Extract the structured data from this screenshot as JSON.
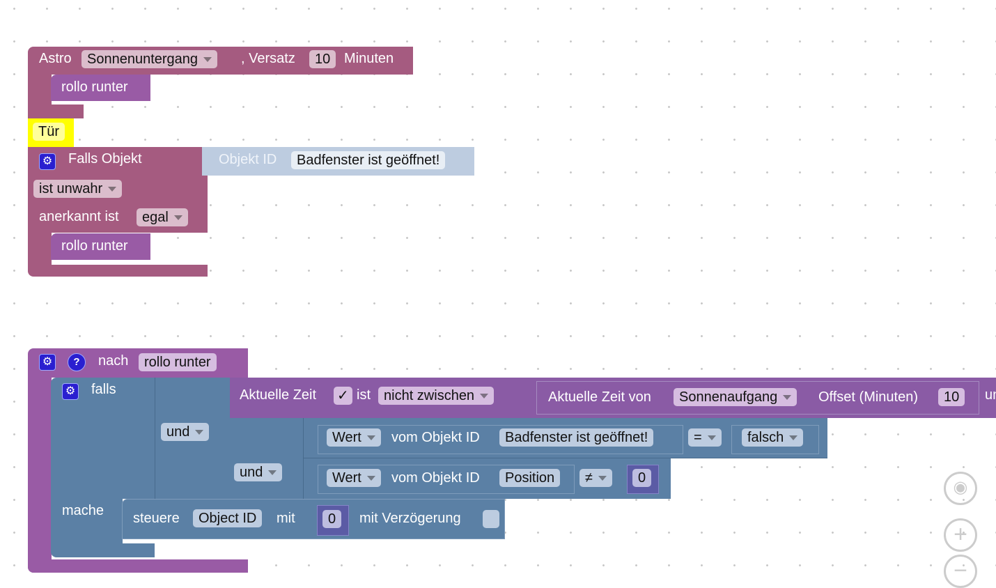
{
  "astro": {
    "label": "Astro",
    "event": "Sonnenuntergang",
    "offset_label": ", Versatz",
    "offset": "10",
    "unit": "Minuten",
    "statement": "rollo runter"
  },
  "comment": {
    "text": "Tür"
  },
  "falls_objekt": {
    "label": "Falls Objekt",
    "condition": "ist unwahr",
    "ack_label": "anerkannt ist",
    "ack_value": "egal",
    "statement": "rollo runter",
    "object_label": "Objekt ID",
    "object_value": "Badfenster ist geöffnet!"
  },
  "procedure": {
    "label": "nach",
    "name": "rollo runter",
    "if_label": "falls",
    "do_label": "mache",
    "and1": "und",
    "and2": "und",
    "time": {
      "label": "Aktuelle Zeit",
      "check": "✓",
      "ist": "ist",
      "op": "nicht zwischen",
      "inner_label": "Aktuelle Zeit von",
      "inner_event": "Sonnenaufgang",
      "offset_label": "Offset (Minuten)",
      "offset": "10",
      "tail": "und"
    },
    "cmp1": {
      "mode": "Wert",
      "label": "vom Objekt ID",
      "object": "Badfenster ist geöffnet!",
      "op": "=",
      "value": "falsch"
    },
    "cmp2": {
      "mode": "Wert",
      "label": "vom Objekt ID",
      "object": "Position",
      "op": "≠",
      "value": "0"
    },
    "control": {
      "label": "steuere",
      "object": "Object ID",
      "with": "mit",
      "value": "0",
      "delay_label": "mit Verzögerung"
    }
  },
  "colors": {
    "astro": "#a55b80",
    "procedure": "#995ba5",
    "logic": "#5b80a5",
    "time": "#8a5ba5",
    "comment": "#ffff00"
  }
}
